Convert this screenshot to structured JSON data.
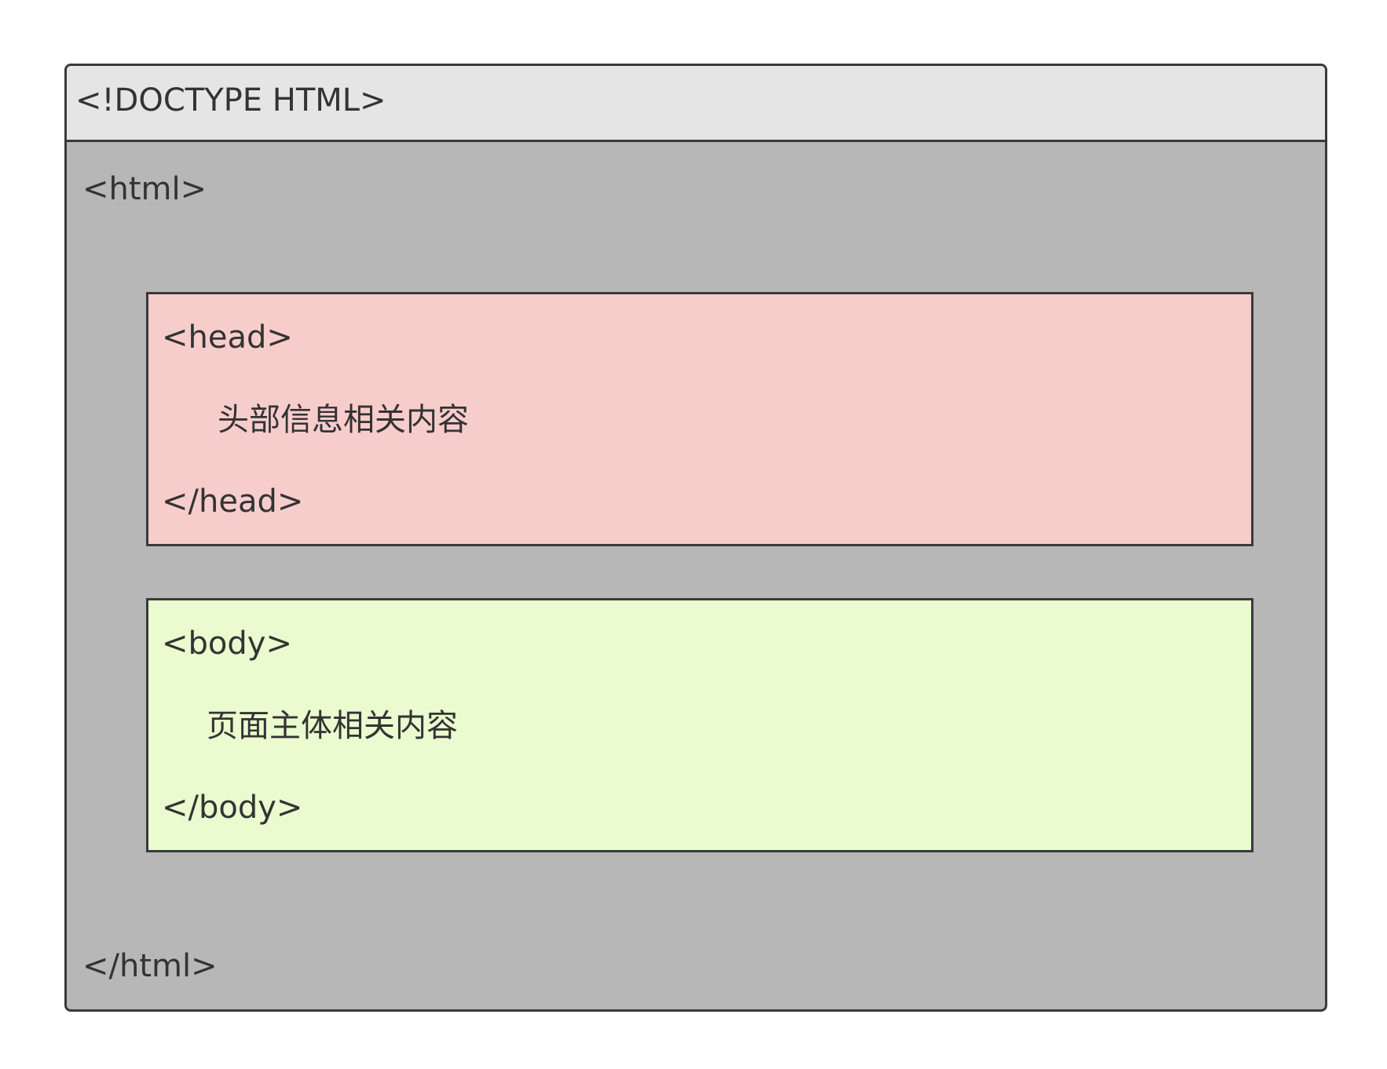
{
  "doctype": "<!DOCTYPE HTML>",
  "html": {
    "open_tag": "<html>",
    "close_tag": "</html>"
  },
  "head": {
    "open_tag": "<head>",
    "content": "头部信息相关内容",
    "close_tag": "</head>"
  },
  "body": {
    "open_tag": "<body>",
    "content": "页面主体相关内容",
    "close_tag": "</body>"
  },
  "colors": {
    "doctype_bar": "#e5e5e5",
    "html_area": "#b7b7b7",
    "head_box": "#f7cdcc",
    "body_box": "#e9fbcf",
    "border": "#3a3a3a",
    "text": "#333333"
  }
}
